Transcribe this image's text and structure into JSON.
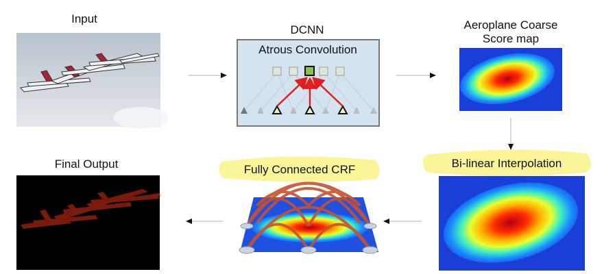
{
  "labels": {
    "input": "Input",
    "dcnn": "DCNN",
    "atrous": "Atrous Convolution",
    "score_line1": "Aeroplane Coarse",
    "score_line2": "Score map",
    "bilinear": "Bi-linear Interpolation",
    "crf": "Fully Connected CRF",
    "final": "Final Output"
  },
  "colors": {
    "highlight": "#fbf59a",
    "dcnn_box": "#d3e4f0",
    "dcnn_border": "#777777",
    "edge_red": "#e02020",
    "crf_arc": "#c8522e",
    "plane_mask": "#7a1a0c"
  }
}
